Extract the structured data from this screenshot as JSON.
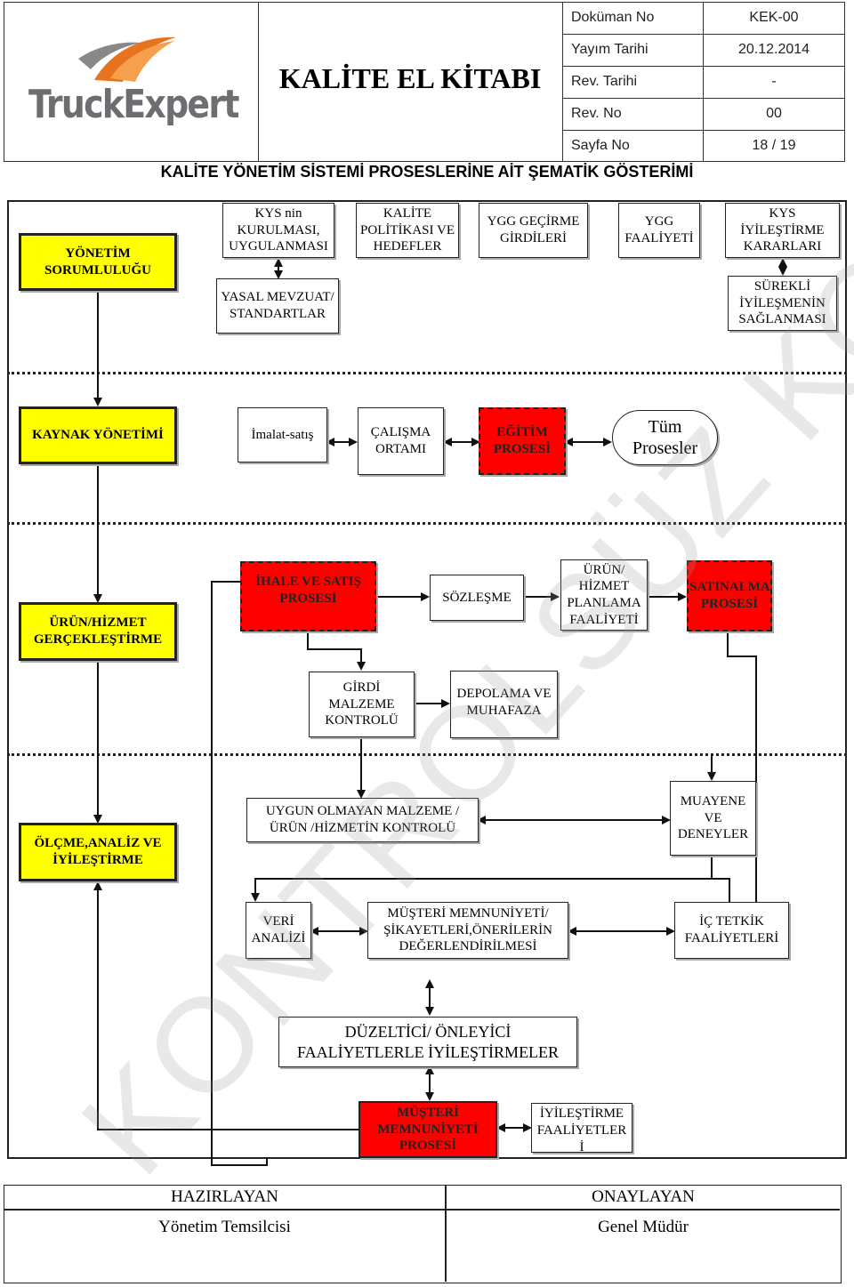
{
  "header": {
    "title": "KALİTE EL KİTABI",
    "logo_text": "TruckExpert",
    "doc_rows": [
      {
        "label": "Doküman No",
        "value": "KEK-00"
      },
      {
        "label": "Yayım Tarihi",
        "value": "20.12.2014"
      },
      {
        "label": "Rev. Tarihi",
        "value": "-"
      },
      {
        "label": "Rev. No",
        "value": "00"
      },
      {
        "label": "Sayfa No",
        "value": "18 / 19"
      }
    ]
  },
  "section_title": "KALİTE YÖNETİM SİSTEMİ PROSESLERİNE AİT ŞEMATİK GÖSTERİMİ",
  "watermark": "KONTROLSÜZ KOPYA",
  "diagram": {
    "lanes": {
      "yonetim": "YÖNETİM SORUMLULUĞU",
      "kaynak": "KAYNAK YÖNETİMİ",
      "urun": "ÜRÜN/HİZMET GERÇEKLEŞTİRME",
      "olcme": "ÖLÇME,ANALİZ VE İYİLEŞTİRME"
    },
    "boxes": {
      "kys_kurulmasi": "KYS nin KURULMASI, UYGULANMASI",
      "yasal": "YASAL MEVZUAT/ STANDARTLAR",
      "kalite_politikasi": "KALİTE POLİTİKASI VE HEDEFLER",
      "ygg_girdileri": "YGG GEÇİRME GİRDİLERİ",
      "ygg_faaliyeti": "YGG FAALİYETİ",
      "kys_iyilestirme": "KYS İYİLEŞTİRME KARARLARI",
      "surekli": "SÜREKLİ İYİLEŞMENİN SAĞLANMASI",
      "imalat": "İmalat-satış",
      "calisma": "ÇALIŞMA ORTAMI",
      "egitim": "EĞİTİM PROSESİ",
      "tum": "Tüm Prosesler",
      "ihale": "İHALE VE SATIŞ PROSESİ",
      "sozlesme": "SÖZLEŞME",
      "planlama": "ÜRÜN/ HİZMET PLANLAMA FAALİYETİ",
      "satinalma": "SATINALMA PROSESİ",
      "girdi": "GİRDİ MALZEME KONTROLÜ",
      "depolama": "DEPOLAMA VE MUHAFAZA",
      "uygun_olmayan": "UYGUN OLMAYAN MALZEME /ÜRÜN /HİZMETİN KONTROLÜ",
      "muayene": "MUAYENE VE DENEYLER",
      "veri": "VERİ ANALİZİ",
      "musteri_memnuniyeti": "MÜŞTERİ MEMNUNİYETİ/ ŞİKAYETLERİ,ÖNERİLERİN DEĞERLENDİRİLMESİ",
      "ic_tetkik": "İÇ TETKİK FAALİYETLERİ",
      "duzeltici": "DÜZELTİCİ/ ÖNLEYİCİ FAALİYETLERLE İYİLEŞTİRMELER",
      "musteri_prosesi": "MÜŞTERİ MEMNUNİYETİ PROSESİ",
      "iyilestirme_faaliyetler": "İYİLEŞTİRME FAALİYETLER İ"
    }
  },
  "footer": {
    "left_head": "HAZIRLAYAN",
    "left_val": "Yönetim Temsilcisi",
    "right_head": "ONAYLAYAN",
    "right_val": "Genel Müdür"
  },
  "colors": {
    "lane": "#ffff00",
    "process": "#ff0000",
    "logo_orange": "#e8731f",
    "logo_gray": "#6d6e71"
  }
}
